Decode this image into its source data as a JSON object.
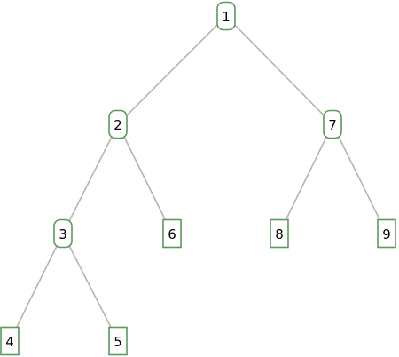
{
  "tree": {
    "nodes": [
      {
        "id": "n1",
        "label": "1",
        "kind": "internal"
      },
      {
        "id": "n2",
        "label": "2",
        "kind": "internal"
      },
      {
        "id": "n7",
        "label": "7",
        "kind": "internal"
      },
      {
        "id": "n3",
        "label": "3",
        "kind": "internal"
      },
      {
        "id": "n6",
        "label": "6",
        "kind": "leaf"
      },
      {
        "id": "n8",
        "label": "8",
        "kind": "leaf"
      },
      {
        "id": "n9",
        "label": "9",
        "kind": "leaf"
      },
      {
        "id": "n4",
        "label": "4",
        "kind": "leaf"
      },
      {
        "id": "n5",
        "label": "5",
        "kind": "leaf"
      }
    ],
    "edges": [
      {
        "from": "n1",
        "to": "n2"
      },
      {
        "from": "n1",
        "to": "n7"
      },
      {
        "from": "n2",
        "to": "n3"
      },
      {
        "from": "n2",
        "to": "n6"
      },
      {
        "from": "n7",
        "to": "n8"
      },
      {
        "from": "n7",
        "to": "n9"
      },
      {
        "from": "n3",
        "to": "n4"
      },
      {
        "from": "n3",
        "to": "n5"
      }
    ],
    "colors": {
      "node_border": "#5a9a5a",
      "edge": "#b4b4b4",
      "label": "#000000"
    }
  }
}
